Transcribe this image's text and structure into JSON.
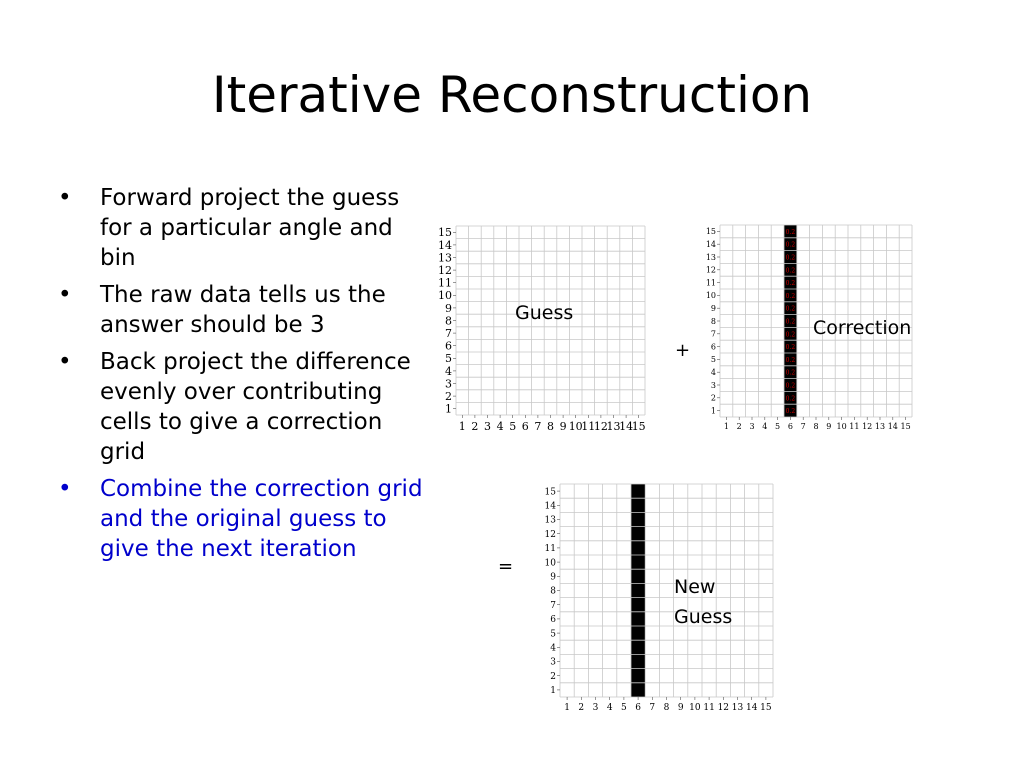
{
  "slide": {
    "title": "Iterative Reconstruction",
    "bullets": [
      {
        "text": "Forward project the guess for a particular angle and bin",
        "color": "#000000"
      },
      {
        "text": "The raw data tells us the answer should be 3",
        "color": "#000000"
      },
      {
        "text": "Back project the difference evenly over contributing cells to give a correction grid",
        "color": "#000000"
      },
      {
        "text": "Combine the correction grid and the original guess to give the next iteration",
        "color": "#0000cc"
      }
    ],
    "bullet_glyph": "•",
    "accent_color": "#0000cc"
  },
  "grids": {
    "guess": {
      "label": "Guess",
      "size": 15,
      "axis_ticks": [
        "1",
        "2",
        "3",
        "4",
        "5",
        "6",
        "7",
        "8",
        "9",
        "10",
        "11",
        "12",
        "13",
        "14",
        "15"
      ],
      "filled_column": null,
      "cell_value": ""
    },
    "correction": {
      "label": "Correction",
      "size": 15,
      "axis_ticks": [
        "1",
        "2",
        "3",
        "4",
        "5",
        "6",
        "7",
        "8",
        "9",
        "10",
        "11",
        "12",
        "13",
        "14",
        "15"
      ],
      "filled_column": 6,
      "cell_value": "0.2",
      "cell_value_color": "#cc0000"
    },
    "new_guess": {
      "label_line1": "New",
      "label_line2": "Guess",
      "size": 15,
      "axis_ticks": [
        "1",
        "2",
        "3",
        "4",
        "5",
        "6",
        "7",
        "8",
        "9",
        "10",
        "11",
        "12",
        "13",
        "14",
        "15"
      ],
      "filled_column": 6,
      "cell_value": ""
    }
  },
  "operators": {
    "plus": "+",
    "equals": "="
  }
}
